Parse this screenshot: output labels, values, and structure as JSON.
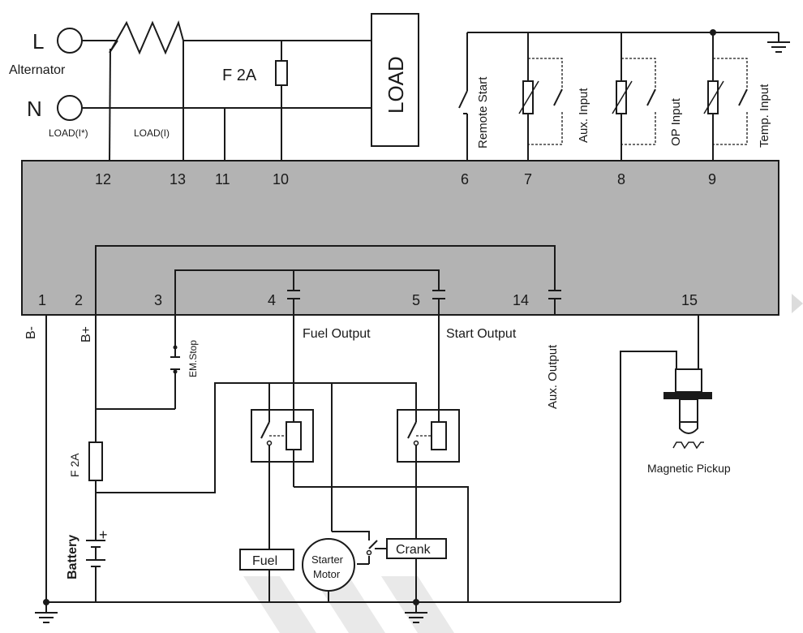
{
  "alternator": {
    "l_label": "L",
    "n_label": "N",
    "name": "Alternator",
    "ct_left": "LOAD(I*)",
    "ct_right": "LOAD(I)"
  },
  "fuses": {
    "top": "F 2A",
    "bottom": "F 2A"
  },
  "load_label": "LOAD",
  "terminals": {
    "t12": "12",
    "t13": "13",
    "t11": "11",
    "t10": "10",
    "t6": "6",
    "t7": "7",
    "t8": "8",
    "t9": "9",
    "t1": "1",
    "t2": "2",
    "t3": "3",
    "t4": "4",
    "t5": "5",
    "t14": "14",
    "t15": "15"
  },
  "inputs": {
    "remote_start": "Remote Start",
    "aux_input": "Aux. Input",
    "op_input": "OP Input",
    "temp_input": "Temp. Input"
  },
  "outputs": {
    "fuel": "Fuel Output",
    "start": "Start Output",
    "aux": "Aux. Output"
  },
  "power": {
    "b_minus": "B-",
    "b_plus": "B+",
    "battery": "Battery",
    "plus_sign": "+"
  },
  "em_stop": "EM.Stop",
  "loads": {
    "fuel": "Fuel",
    "crank": "Crank",
    "starter_line1": "Starter",
    "starter_line2": "Motor"
  },
  "pickup": "Magnetic Pickup",
  "colors": {
    "controller_fill": "#b3b3b3",
    "line": "#1a1a1a",
    "watermark": "#e9e9e9"
  }
}
